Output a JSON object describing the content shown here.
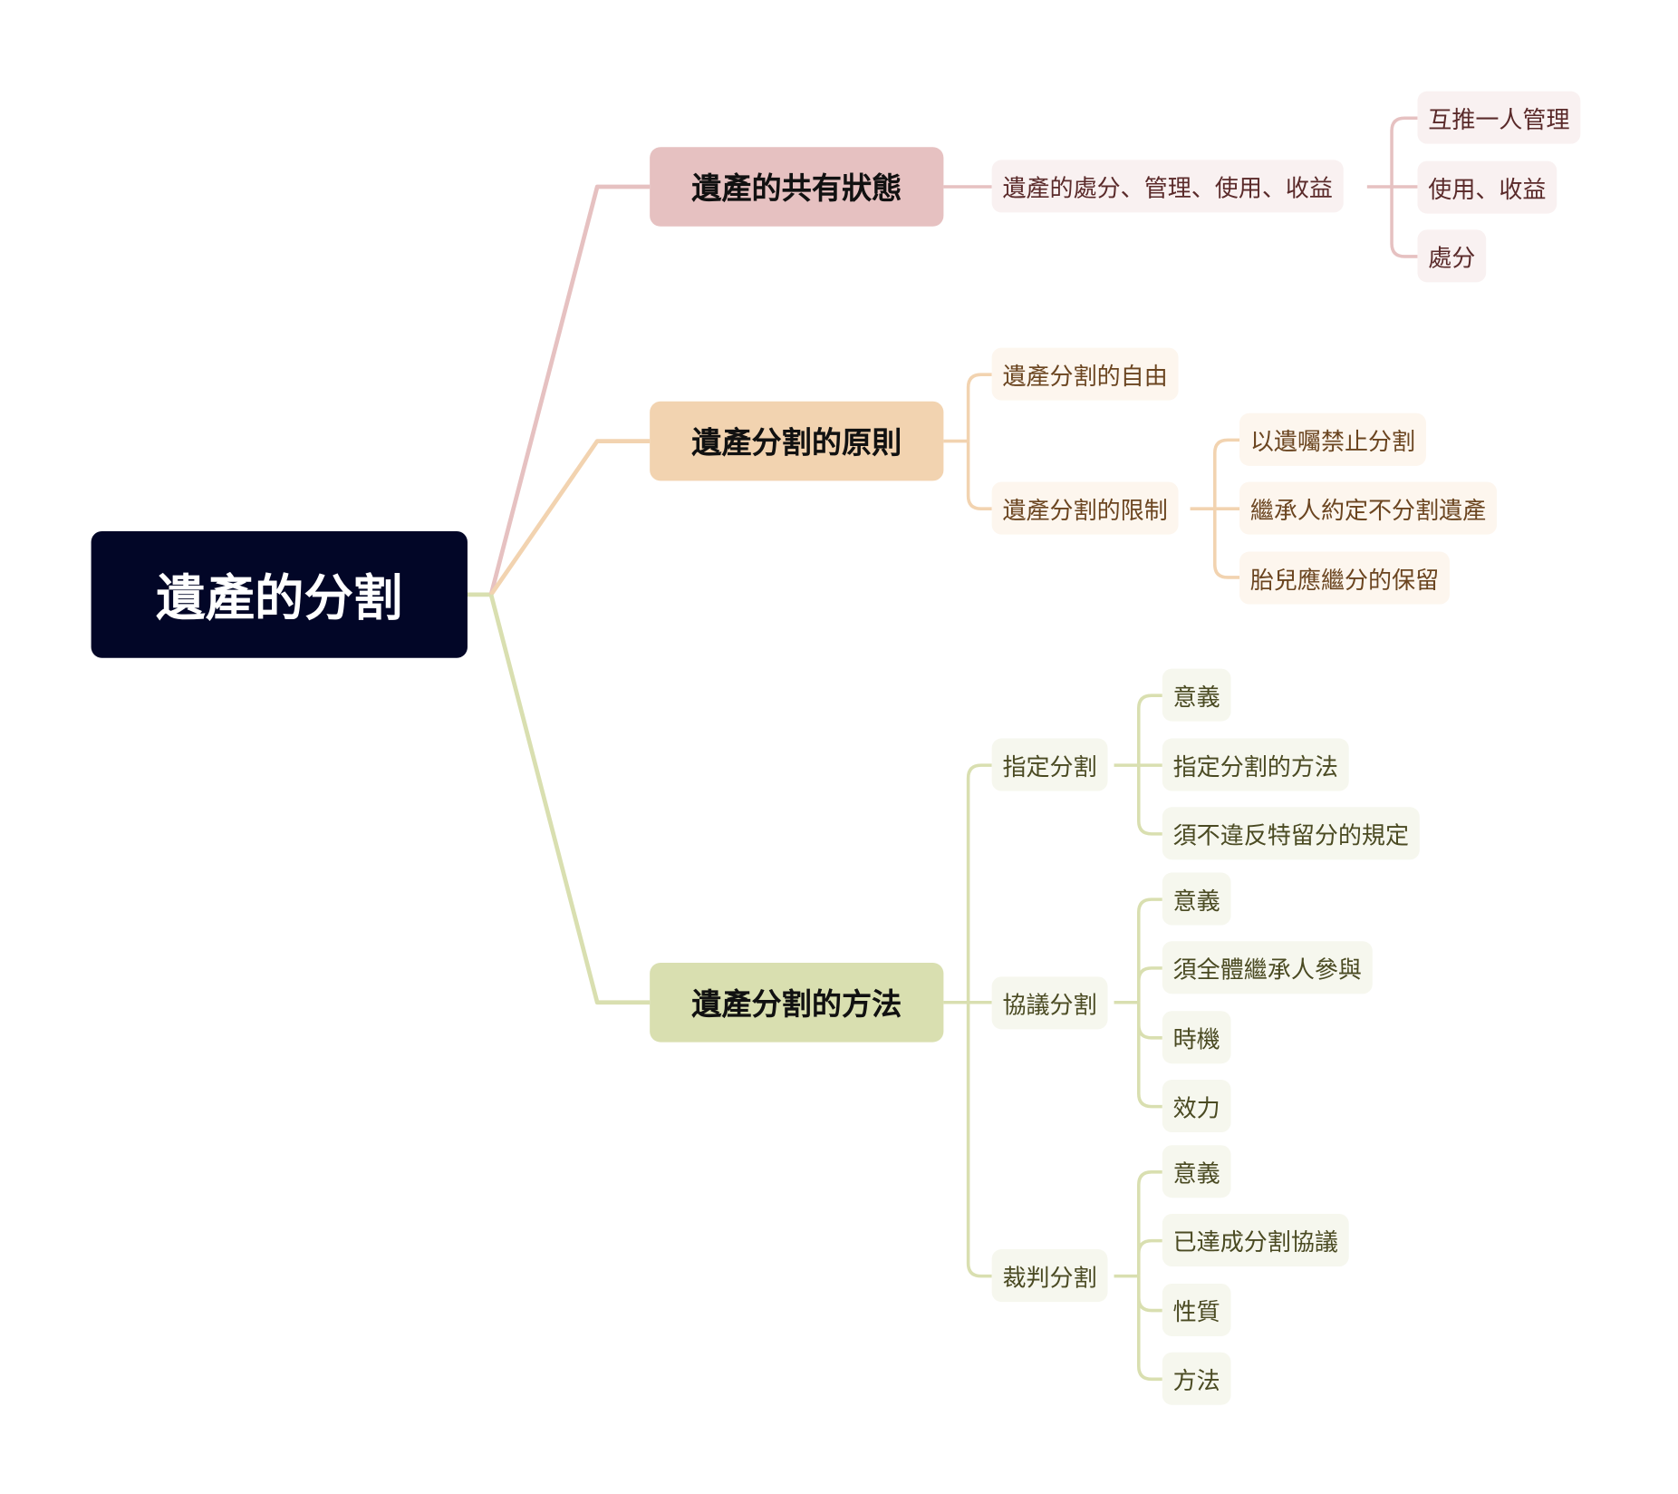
{
  "root": {
    "label": "遺產的分割"
  },
  "branches": [
    {
      "label": "遺產的共有狀態",
      "color": "#e6c1c1"
    },
    {
      "label": "遺產分割的原則",
      "color": "#f2d3b0"
    },
    {
      "label": "遺產分割的方法",
      "color": "#d9dfb0"
    }
  ],
  "coownership": {
    "topic": "遺產的處分、管理、使用、收益",
    "children": [
      "互推一人管理",
      "使用、收益",
      "處分"
    ]
  },
  "principles": {
    "freedom": "遺產分割的自由",
    "limits": "遺產分割的限制",
    "limit_children": [
      "以遺囑禁止分割",
      "繼承人約定不分割遺產",
      "胎兒應繼分的保留"
    ]
  },
  "methods": {
    "designated": {
      "label": "指定分割",
      "children": [
        "意義",
        "指定分割的方法",
        "須不違反特留分的規定"
      ]
    },
    "agreement": {
      "label": "協議分割",
      "children": [
        "意義",
        "須全體繼承人參與",
        "時機",
        "效力"
      ]
    },
    "judicial": {
      "label": "裁判分割",
      "children": [
        "意義",
        "已達成分割協議",
        "性質",
        "方法"
      ]
    }
  }
}
